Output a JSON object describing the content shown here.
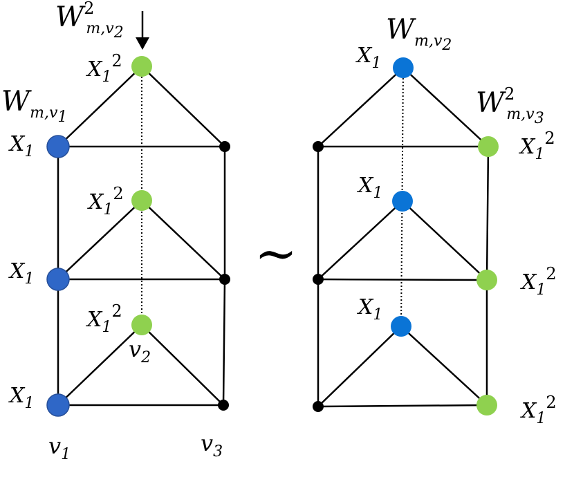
{
  "colors": {
    "blue": "#2f67c7",
    "blue_bright": "#0a74d6",
    "green": "#8fd14f",
    "black": "#000000"
  },
  "left": {
    "top_weight": {
      "base": "W",
      "sup": "2",
      "sub": "m,v",
      "subsub": "2"
    },
    "side_weight": {
      "base": "W",
      "sub": "m,v",
      "subsub": "1"
    },
    "labels": {
      "x1": {
        "base": "X",
        "sub": "1"
      },
      "x1sq": {
        "base": "X",
        "sub": "1",
        "sup": "2"
      }
    },
    "vertex_labels": {
      "v1": {
        "base": "v",
        "sub": "1"
      },
      "v2": {
        "base": "v",
        "sub": "2"
      },
      "v3": {
        "base": "v",
        "sub": "3"
      }
    }
  },
  "right": {
    "top_weight": {
      "base": "W",
      "sub": "m,v",
      "subsub": "2"
    },
    "side_weight": {
      "base": "W",
      "sup": "2",
      "sub": "m,v",
      "subsub": "3"
    }
  },
  "relation_symbol": "∼"
}
